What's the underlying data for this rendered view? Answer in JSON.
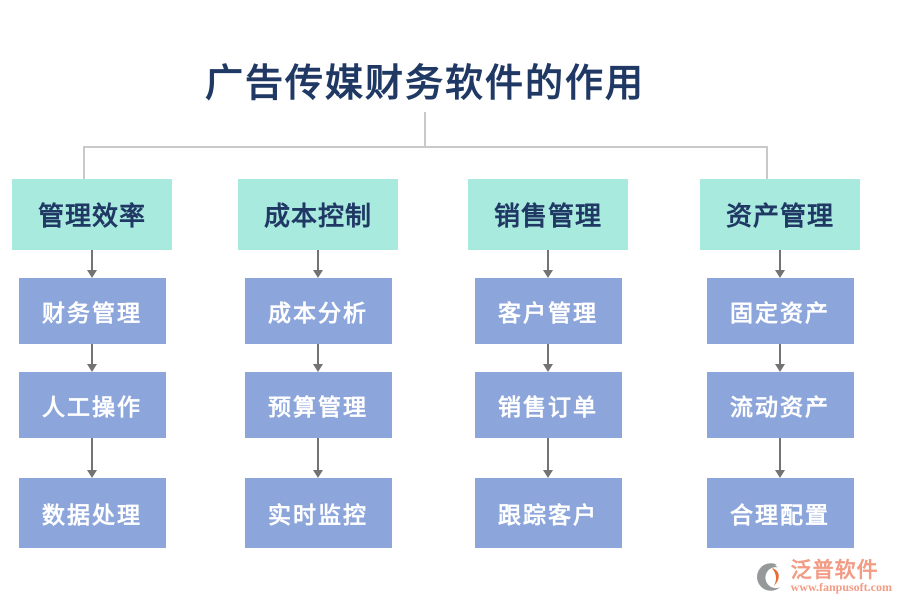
{
  "title": "广告传媒财务软件的作用",
  "columns": [
    {
      "header": "管理效率",
      "items": [
        "财务管理",
        "人工操作",
        "数据处理"
      ]
    },
    {
      "header": "成本控制",
      "items": [
        "成本分析",
        "预算管理",
        "实时监控"
      ]
    },
    {
      "header": "销售管理",
      "items": [
        "客户管理",
        "销售订单",
        "跟踪客户"
      ]
    },
    {
      "header": "资产管理",
      "items": [
        "固定资产",
        "流动资产",
        "合理配置"
      ]
    }
  ],
  "branding": {
    "name": "泛普软件",
    "url": "www.fanpusoft.com"
  },
  "colors": {
    "title": "#1F3864",
    "header_bg": "#A9EADF",
    "header_text": "#1F3864",
    "item_bg": "#8CA5DB",
    "item_text": "#FFFFFF",
    "connector": "#C9C9C9",
    "arrow": "#737373",
    "brand": "#F29B85",
    "brand_orange": "#E86A33",
    "brand_gray": "#95999A"
  }
}
